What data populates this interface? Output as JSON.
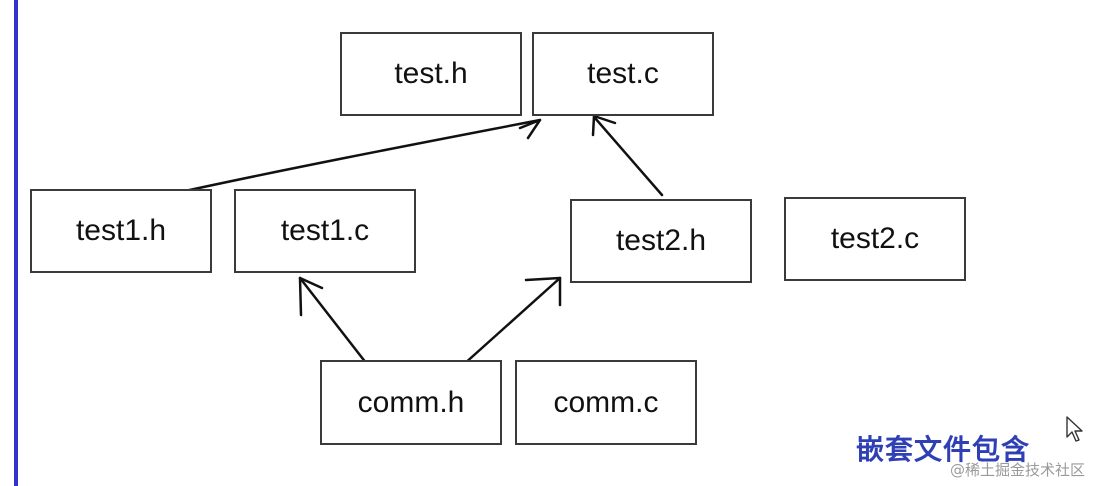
{
  "diagram": {
    "files": {
      "test_h": "test.h",
      "test_c": "test.c",
      "test1_h": "test1.h",
      "test1_c": "test1.c",
      "test2_h": "test2.h",
      "test2_c": "test2.c",
      "comm_h": "comm.h",
      "comm_c": "comm.c"
    },
    "caption": "嵌套文件包含",
    "watermark": "@稀土掘金技术社区"
  },
  "colors": {
    "rule": "#3232c8",
    "caption": "#2f3fb4",
    "stroke": "#111111"
  }
}
